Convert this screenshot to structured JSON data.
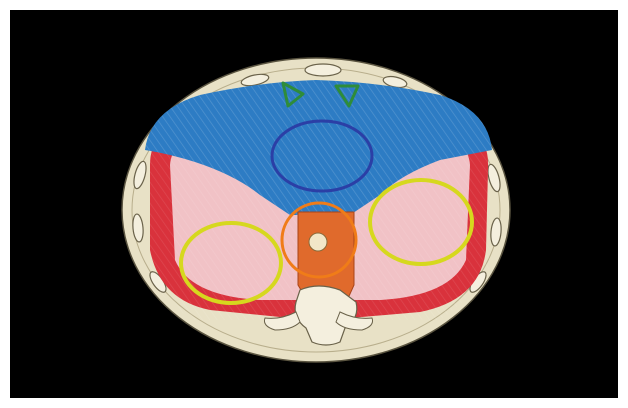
{
  "colors": {
    "background": "#000000",
    "frame": "#ffffff",
    "body_wall": "#e8e1c6",
    "heart": "#2d7cc4",
    "lung": "#f1c2c6",
    "pleura": "#d9323c",
    "vertebra": "#e06a2c",
    "marker_blue": "#2b3fa6",
    "marker_orange": "#f07c18",
    "marker_yellow": "#d6d81e",
    "marker_green": "#2e8c3a"
  },
  "markers": [
    {
      "name": "blue-circle-marker",
      "shape": "ellipse",
      "color": "#2b3fa6"
    },
    {
      "name": "orange-circle-marker",
      "shape": "circle",
      "color": "#f07c18"
    },
    {
      "name": "yellow-circle-left-marker",
      "shape": "ellipse",
      "color": "#d6d81e"
    },
    {
      "name": "yellow-circle-right-marker",
      "shape": "ellipse",
      "color": "#d6d81e"
    },
    {
      "name": "green-triangle-left-marker",
      "shape": "triangle",
      "color": "#2e8c3a"
    },
    {
      "name": "green-triangle-right-marker",
      "shape": "triangle",
      "color": "#2e8c3a"
    }
  ]
}
